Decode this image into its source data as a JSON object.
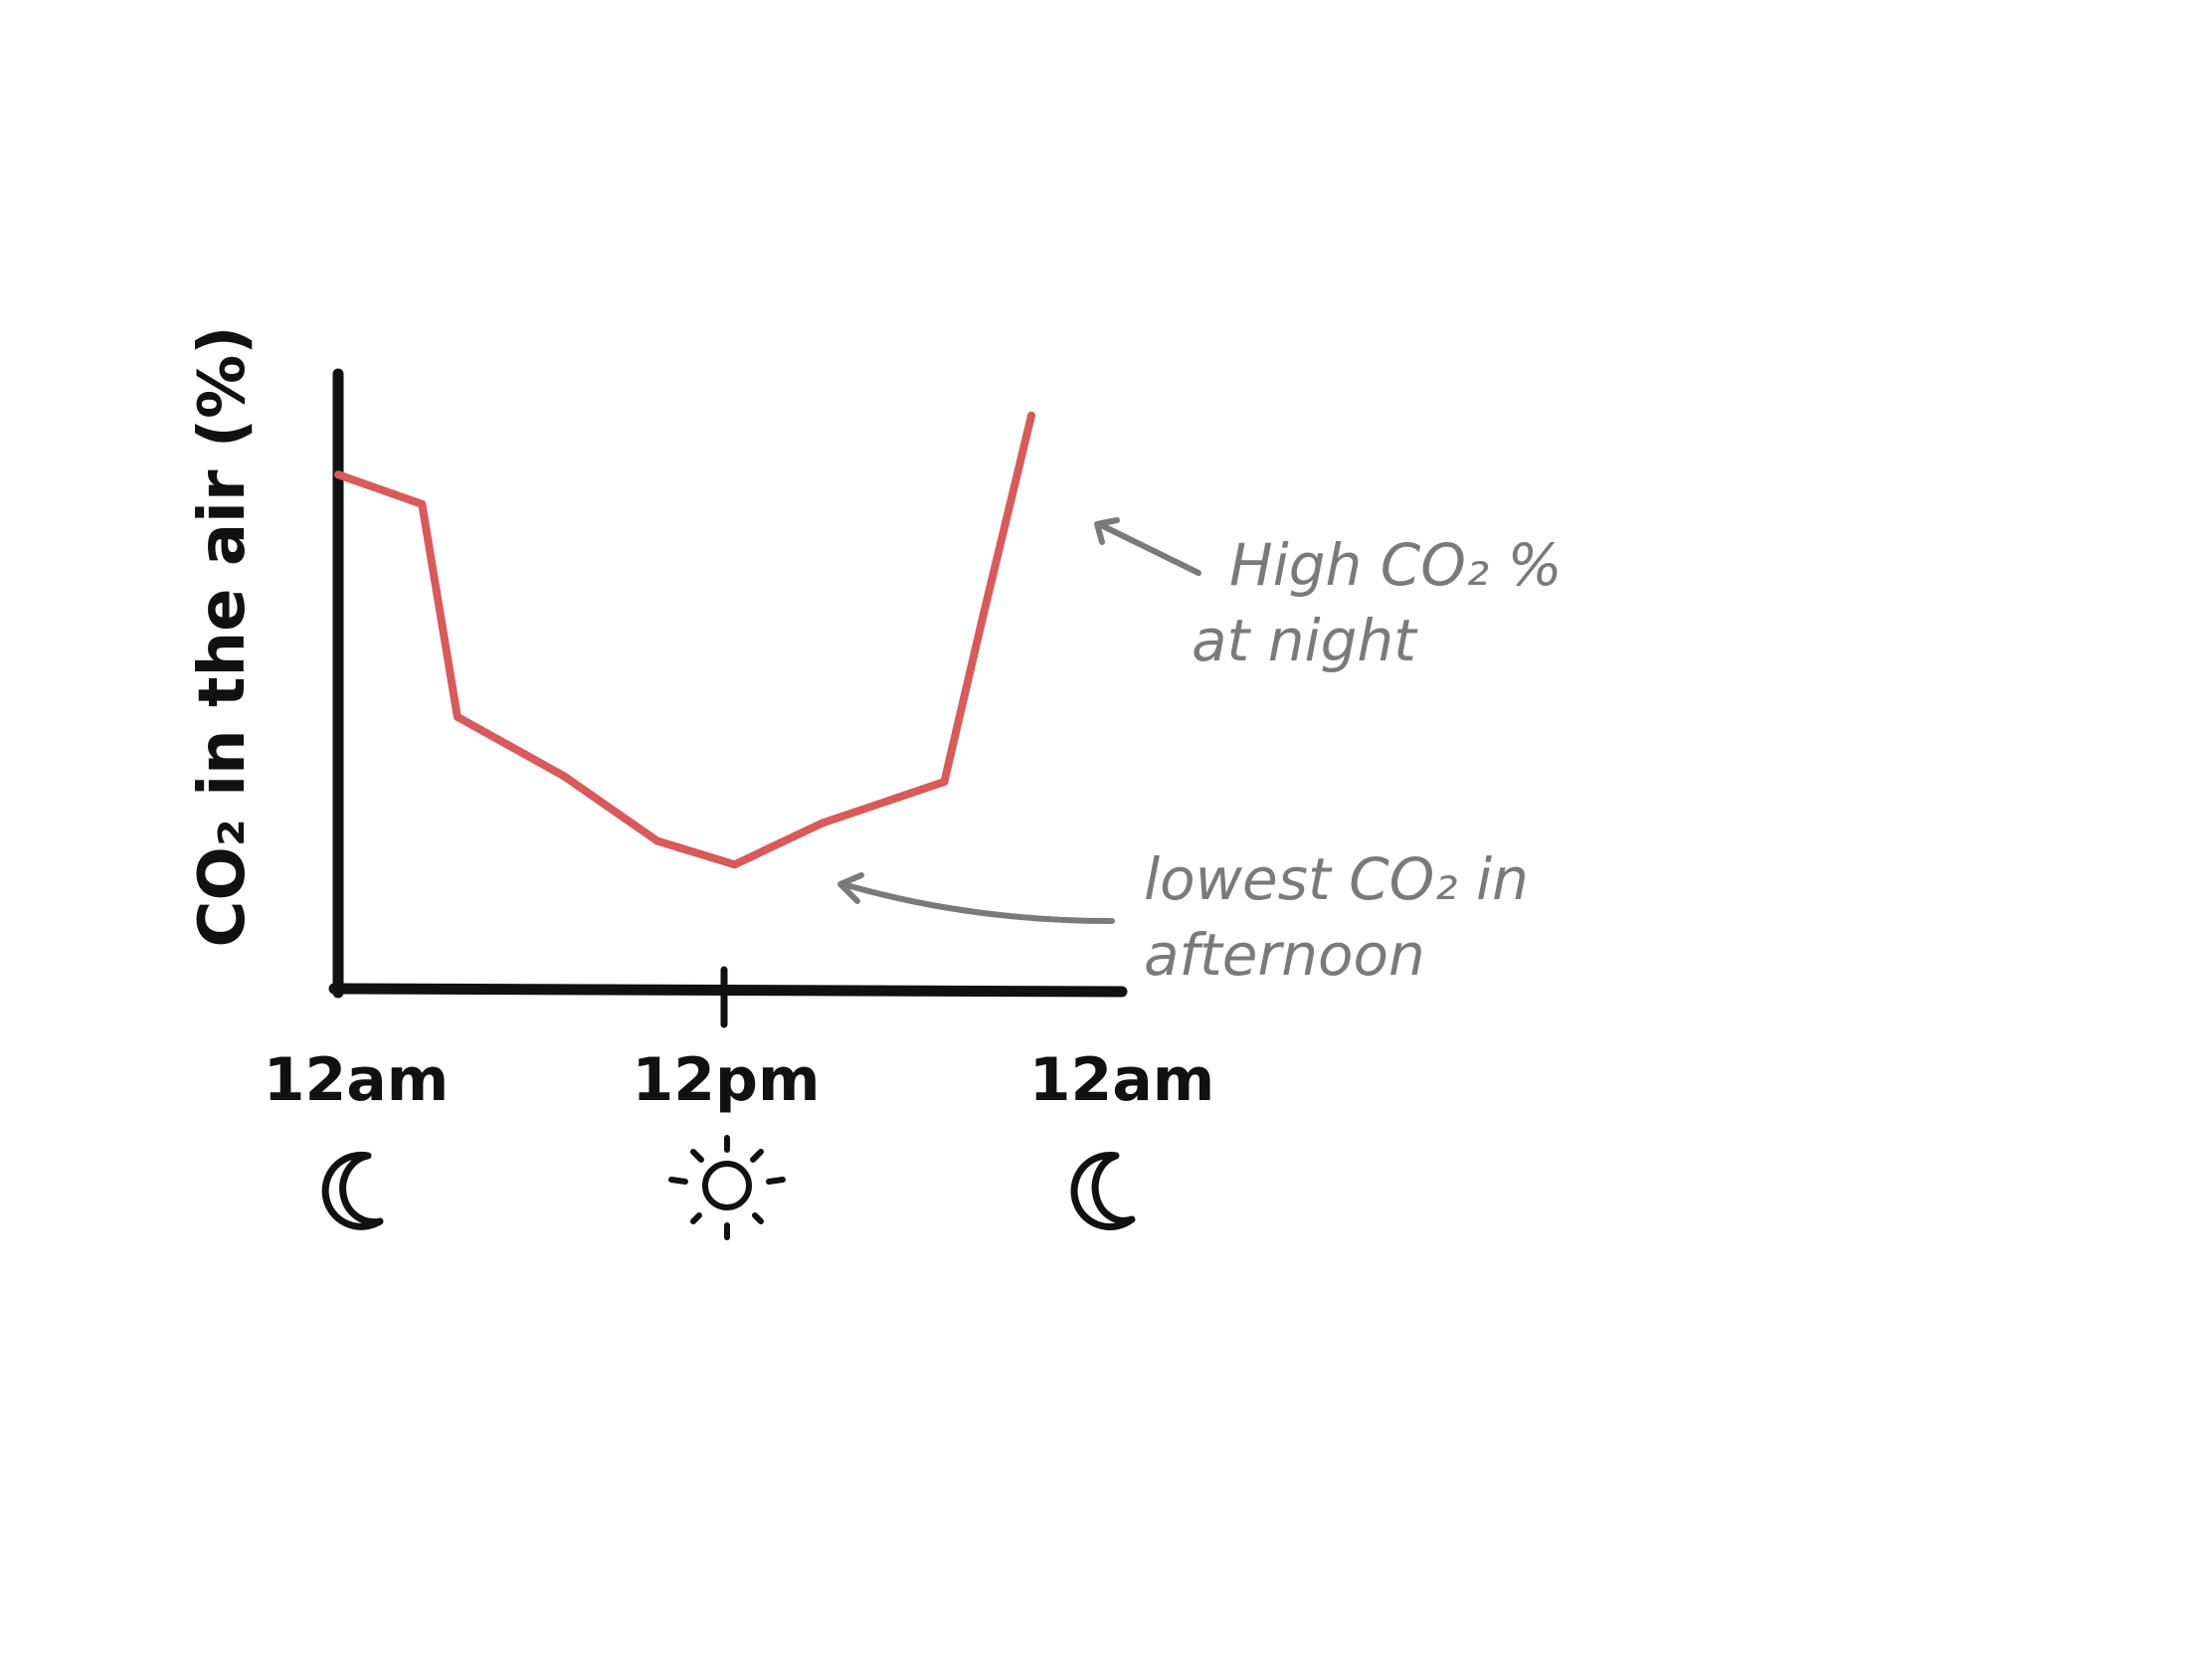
{
  "chart_data": {
    "type": "line",
    "title": "",
    "ylabel": "CO₂ in the air (%)",
    "xlabel": "",
    "x_ticks": [
      "12am",
      "12pm",
      "12am"
    ],
    "x_tick_icons": [
      "moon-icon",
      "sun-icon",
      "moon-icon"
    ],
    "x_range_hours": [
      0,
      24
    ],
    "y_range": [
      0,
      100
    ],
    "y_values_note": "",
    "series": [
      {
        "color": "#d85a5a",
        "points": [
          {
            "x": 0.0,
            "y": 87
          },
          {
            "x": 2.6,
            "y": 82
          },
          {
            "x": 3.7,
            "y": 46
          },
          {
            "x": 7.0,
            "y": 36
          },
          {
            "x": 9.9,
            "y": 25
          },
          {
            "x": 12.3,
            "y": 21
          },
          {
            "x": 15.0,
            "y": 28
          },
          {
            "x": 18.8,
            "y": 35
          },
          {
            "x": 20.0,
            "y": 63
          },
          {
            "x": 21.5,
            "y": 97
          }
        ]
      }
    ],
    "annotations": [
      {
        "id": "night",
        "lines": [
          "High CO₂ %",
          "at night"
        ]
      },
      {
        "id": "afternoon",
        "lines": [
          "lowest CO₂ in",
          "afternoon"
        ]
      }
    ],
    "grid": false,
    "legend": "none"
  },
  "colors": {
    "axis": "#111111",
    "line": "#d85a5a",
    "annotation": "#7a7a7a"
  }
}
